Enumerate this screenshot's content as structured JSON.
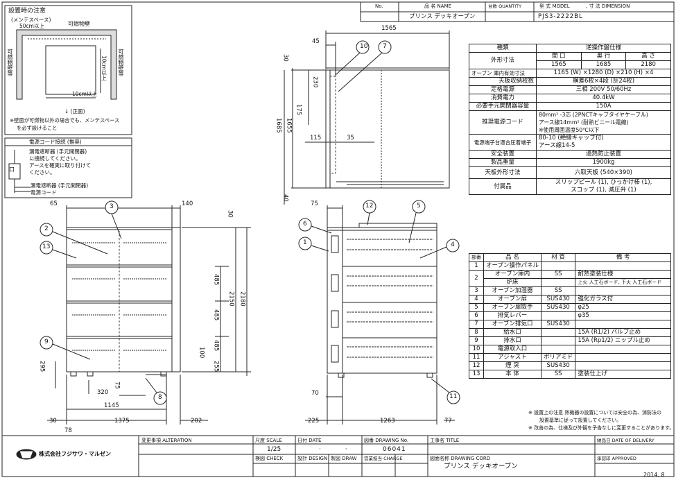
{
  "header": {
    "no_label": "No.",
    "name_label": "品 名 NAME",
    "qty_label": "台数 QUANTITY",
    "model_label": "型 式 MODEL",
    "dim_label": ", 寸 法 DIMENSION",
    "name_value": "プリンス デッキオーブン",
    "model_value": "PJS3-2222BL"
  },
  "install_note": {
    "title": "設置時の注意",
    "maint_space": "(メンテスペース)",
    "gap_50": "50cm以上",
    "combustible_top": "可燃物壁",
    "combustible_left": "可燃物壁等",
    "combustible_right": "可燃物壁等",
    "gap_10_v": "10cm以上",
    "gap_10_h": "10cm以上",
    "front": "↓ (正面)",
    "note_line1": "※壁面が可燃物以外の場合でも、メンテスペース",
    "note_line2": "を必ず設けること"
  },
  "power_note": {
    "title": "電源コード接続 (推奨)",
    "line1": "漏電遮断器 (手元開閉器)",
    "line2": "に接続してください。",
    "line3": "アースを確実に取り付けて",
    "line4": "ください。",
    "label_breaker": "漏電遮断器 (手元開閉器)",
    "label_cord": "電源コード"
  },
  "spec_table": {
    "rows": [
      {
        "label": "種類",
        "value": "逆操作盤仕様"
      },
      {
        "label": "外形寸法",
        "sub_headers": [
          "間 口",
          "奥 行",
          "高 さ"
        ],
        "sub_values": [
          "1565",
          "1685",
          "2180"
        ]
      },
      {
        "group": "オーブン",
        "label": "庫内有効寸法",
        "value": "1165 (W) ×1280 (D) ×210 (H) ×4"
      },
      {
        "group": "オーブン",
        "label": "天板収納枚数",
        "value": "横差6枚×4段 (計24枚)"
      },
      {
        "label": "定格電源",
        "value": "三相 200V 50/60Hz"
      },
      {
        "label": "消費電力",
        "value": "40.4kW"
      },
      {
        "label": "必要手元開閉器容量",
        "value": "150A"
      },
      {
        "label": "推奨電源コード",
        "value_lines": [
          "80mm² -3芯 (2PNCTキャブタイヤケーブル)",
          "アース線14mm² (耐熱ビニール電線)",
          "※使用周囲温度50℃以下"
        ]
      },
      {
        "label": "電源端子台適合圧着端子",
        "value_lines": [
          "80-10 (絶縁キャップ付)",
          "アース線14-5"
        ]
      },
      {
        "label": "安全装置",
        "value": "過熱防止装置"
      },
      {
        "label": "製品重量",
        "value": "1900kg"
      },
      {
        "label": "天板外形寸法",
        "value": "六取天板 (540×390)"
      },
      {
        "label": "付属品",
        "value_lines": [
          "スリップピール (1), ひっかけ棒 (1),",
          "スコップ (1), 減圧弁 (1)"
        ]
      }
    ]
  },
  "parts_table": {
    "headers": [
      "部番",
      "品 名",
      "材 質",
      "備 考"
    ],
    "rows": [
      {
        "no": "1",
        "name": "オーブン操作パネル",
        "material": "",
        "note": ""
      },
      {
        "no": "2",
        "name": "オーブン庫内",
        "material": "SS",
        "note": "耐熱塗装仕様"
      },
      {
        "no": "",
        "name": "炉床",
        "material": "",
        "note": "上火 人工石ボード, 下火 人工石ボード"
      },
      {
        "no": "3",
        "name": "オーブン加湿器",
        "material": "SS",
        "note": ""
      },
      {
        "no": "4",
        "name": "オーブン扉",
        "material": "SUS430",
        "note": "強化ガラス付"
      },
      {
        "no": "5",
        "name": "オーブン扉取手",
        "material": "SUS430",
        "note": "φ25"
      },
      {
        "no": "6",
        "name": "排気レバー",
        "material": "",
        "note": "φ35"
      },
      {
        "no": "7",
        "name": "オーブン排気口",
        "material": "SUS430",
        "note": ""
      },
      {
        "no": "8",
        "name": "給水口",
        "material": "",
        "note": "15A (R1/2) バルブ止め"
      },
      {
        "no": "9",
        "name": "排水口",
        "material": "",
        "note": "15A (Rp1/2) ニップル止め"
      },
      {
        "no": "10",
        "name": "電源取入口",
        "material": "",
        "note": ""
      },
      {
        "no": "11",
        "name": "アジャスト",
        "material": "ポリアミド",
        "note": ""
      },
      {
        "no": "12",
        "name": "煙 突",
        "material": "SUS430",
        "note": ""
      },
      {
        "no": "13",
        "name": "本 体",
        "material": "SS",
        "note": "塗装仕上げ"
      }
    ]
  },
  "footnotes": {
    "note1_line1": "※ 設置上の注意 熱機器の設置については安全の為、消防法の",
    "note1_line2": "設置基準に従って設置してください。",
    "note2": "※ 改善の為、仕様及び外観を予告なしに変更することがあります。"
  },
  "title_block": {
    "company": "株式会社フジサワ・マルゼン",
    "alteration": "変更事項 ALTERATION",
    "scale_label": "尺度 SCALE",
    "scale_value": "1/25",
    "date_label": "日付 DATE",
    "date_value": "· ·",
    "drawing_no_label": "図番 DRAWING No.",
    "drawing_no_value": "06041",
    "project_label": "工事名 TITLE",
    "delivery_label": "納品日 DATE OF DELIVERY",
    "check_label": "検図 CHECK",
    "design_label": "設計 DESIGN",
    "draw_label": "製図 DRAW",
    "charge_label": "営業担当 CHARGE",
    "drawing_name_label": "図面名称 DRAWING CORD",
    "drawing_name_value": "プリンス デッキオーブン",
    "approved_label": "承認印 APPROVED",
    "issue_date": "2014. 8"
  },
  "side_view_dims": {
    "total_w": "1565",
    "d45": "45",
    "d30": "30",
    "d230": "230",
    "d175": "175",
    "d1685": "1685",
    "d1655": "1655",
    "d115": "115",
    "d35": "35",
    "d40": "40"
  },
  "front_view_dims": {
    "d65": "65",
    "d140": "140",
    "d30": "30",
    "d485a": "485",
    "d485b": "485",
    "d485c": "485",
    "d2150": "2150",
    "d2180": "2180",
    "d100": "100",
    "d255": "255",
    "d295": "295",
    "d320": "320",
    "d75": "75",
    "d1145": "1145",
    "d30b": "30",
    "d78": "78",
    "d1375": "1375",
    "d202": "202"
  },
  "right_view_dims": {
    "d75": "75",
    "d70": "70",
    "d225": "225",
    "d1263": "1263",
    "d77": "77"
  },
  "callouts": [
    "1",
    "2",
    "3",
    "4",
    "5",
    "6",
    "7",
    "8",
    "9",
    "10",
    "11",
    "12",
    "13"
  ]
}
